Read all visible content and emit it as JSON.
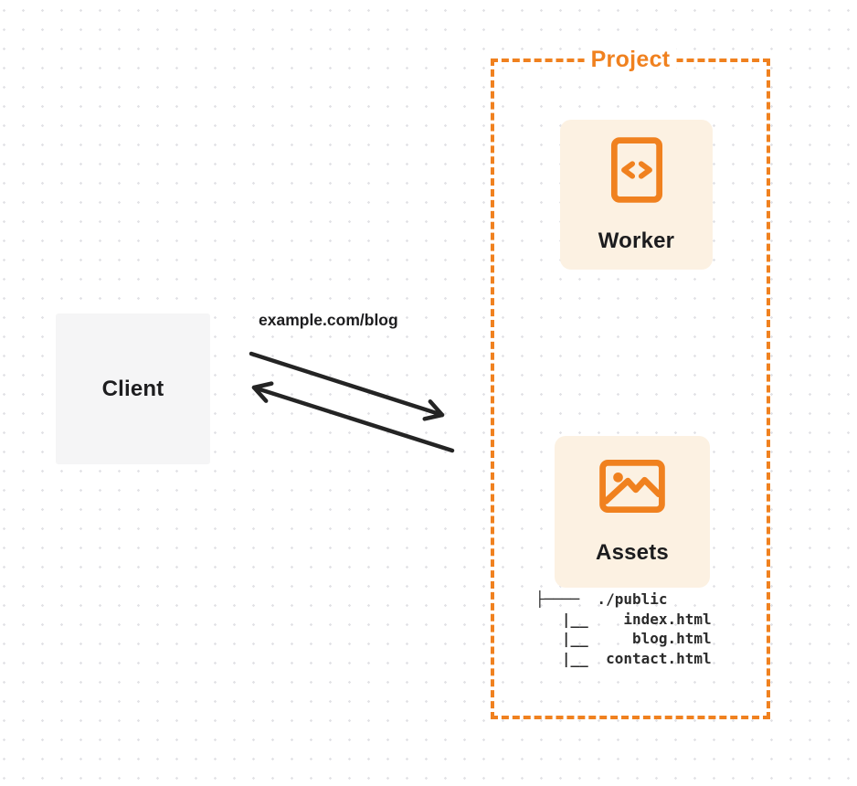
{
  "client": {
    "label": "Client"
  },
  "request": {
    "label": "example.com/blog"
  },
  "project": {
    "title": "Project",
    "cards": [
      {
        "id": "worker",
        "label": "Worker",
        "icon": "code-file-icon"
      },
      {
        "id": "assets",
        "label": "Assets",
        "icon": "image-icon"
      }
    ],
    "file_tree": {
      "lines": [
        "├────  ./public",
        "   |__    index.html",
        "   |__     blog.html",
        "   |__  contact.html"
      ]
    }
  },
  "colors": {
    "accent_orange": "#f0811f",
    "card_background": "#fcf1e2",
    "client_background": "#f5f5f6",
    "ink": "#1d1d1f",
    "arrow": "#242424",
    "dot_grid": "#e2e2e6"
  }
}
